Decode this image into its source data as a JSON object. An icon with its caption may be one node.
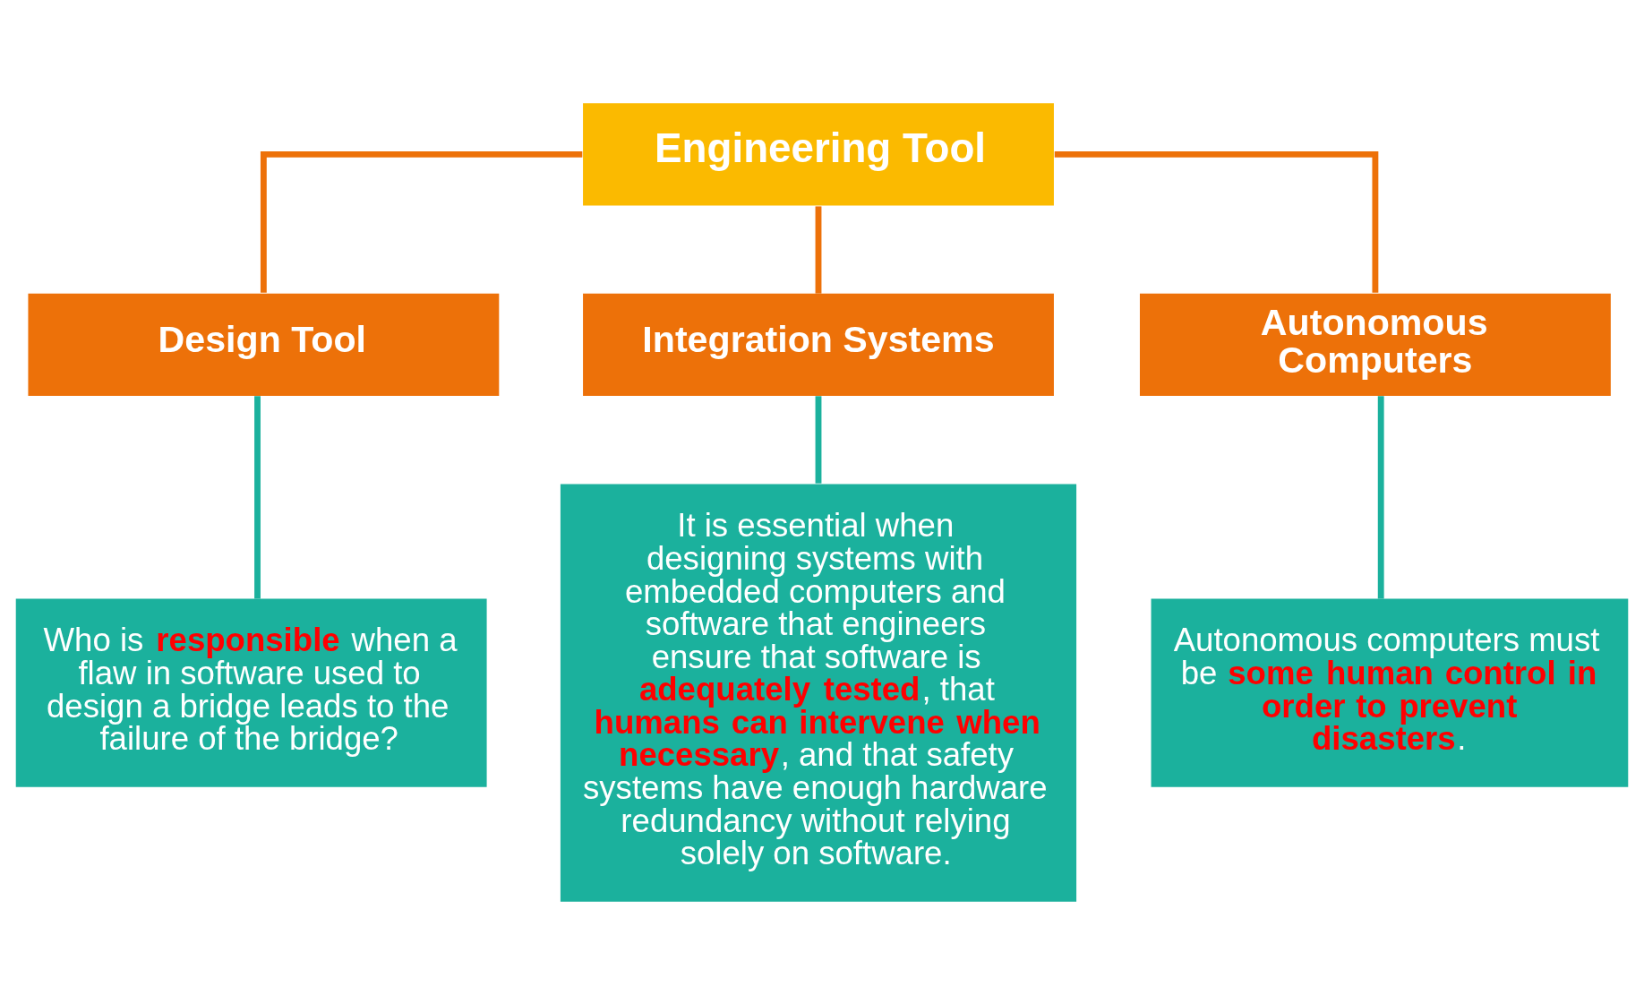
{
  "diagram": {
    "nodes": [
      {
        "text": [
          "Engineering Tool"
        ]
      },
      {
        "text": [
          "Design Tool"
        ]
      },
      {
        "text": [
          "Integration Systems"
        ]
      },
      {
        "text": [
          "Autonomous Computers"
        ]
      },
      {
        "text": [
          "Who is **responsible** when a flaw in software used to design a bridge leads to the failure of the bridge?"
        ]
      },
      {
        "text": [
          "It is essential when designing systems with embedded computers and software that engineers ensure that software is **adequately tested**, that **humans can intervene when necessary**, and that safety systems have enough hardware redundancy without relying solely on software."
        ]
      },
      {
        "text": [
          "Autonomous computers must be **some human control in order to prevent disasters**."
        ]
      }
    ],
    "edges": [
      {
        "from": 0,
        "to": 1,
        "arrow": "none",
        "color": "#ed7109"
      },
      {
        "from": 0,
        "to": 2,
        "arrow": "none",
        "color": "#ed7109"
      },
      {
        "from": 0,
        "to": 3,
        "arrow": "none",
        "color": "#ed7109"
      },
      {
        "from": 1,
        "to": 4,
        "arrow": "none",
        "color": "#1bb19d"
      },
      {
        "from": 2,
        "to": 5,
        "arrow": "none",
        "color": "#1bb19d"
      },
      {
        "from": 3,
        "to": 6,
        "arrow": "none",
        "color": "#1bb19d"
      }
    ]
  }
}
